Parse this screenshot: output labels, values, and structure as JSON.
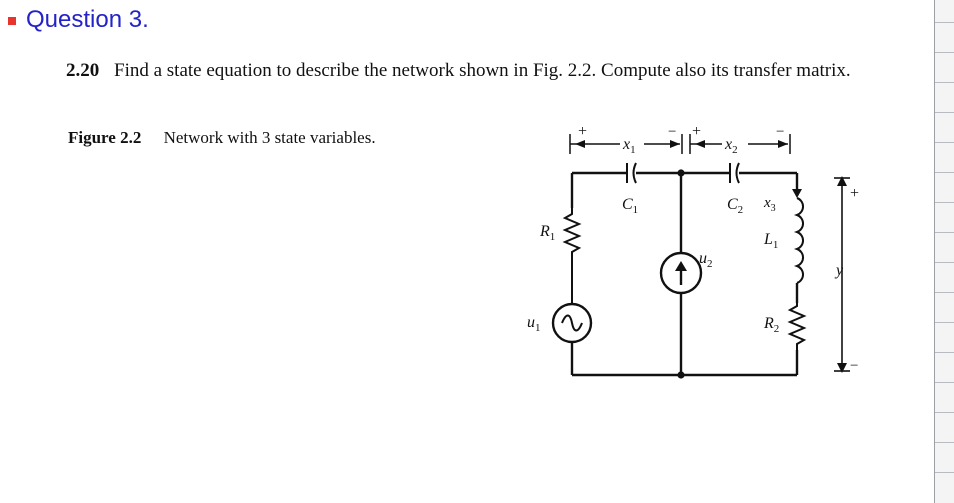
{
  "heading": "Question 3.",
  "problem": {
    "number": "2.20",
    "text": "Find a state equation to describe the network shown in Fig. 2.2. Compute also its transfer matrix."
  },
  "figure": {
    "label": "Figure 2.2",
    "caption": "Network with 3 state variables."
  },
  "circuit": {
    "x1": "x",
    "x1_sub": "1",
    "x2": "x",
    "x2_sub": "2",
    "x3": "x",
    "x3_sub": "3",
    "C1": "C",
    "C1_sub": "1",
    "C2": "C",
    "C2_sub": "2",
    "R1": "R",
    "R1_sub": "1",
    "R2": "R",
    "R2_sub": "2",
    "L1": "L",
    "L1_sub": "1",
    "u1": "u",
    "u1_sub": "1",
    "u2": "u",
    "u2_sub": "2",
    "y": "y",
    "plus": "+",
    "minus": "−"
  },
  "colors": {
    "heading": "#2323c8",
    "bullet": "#e8342b"
  }
}
